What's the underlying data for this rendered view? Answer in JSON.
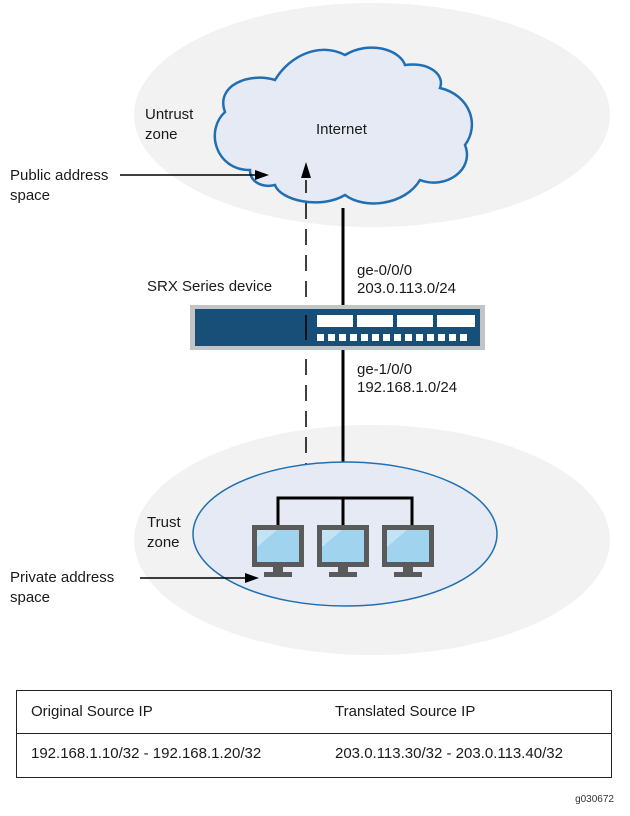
{
  "diagram": {
    "untrust_zone_label": "Untrust\nzone",
    "internet_label": "Internet",
    "public_space_label": "Public address\nspace",
    "device_label": "SRX Series device",
    "upper_interface": "ge-0/0/0",
    "upper_subnet": "203.0.113.0/24",
    "lower_interface": "ge-1/0/0",
    "lower_subnet": "192.168.1.0/24",
    "trust_zone_label": "Trust\nzone",
    "private_space_label": "Private address\nspace",
    "colors": {
      "zone_bg": "#f2f2f2",
      "cloud_fill": "#e6eaf5",
      "cloud_stroke": "#1f6fb2",
      "device_body": "#174f78",
      "device_frame": "#c4c4c4",
      "monitor_frame": "#5a5a5a",
      "monitor_screen": "#9fd3ee"
    }
  },
  "table": {
    "headers": [
      "Original Source IP",
      "Translated Source IP"
    ],
    "rows": [
      [
        "192.168.1.10/32 - 192.168.1.20/32",
        "203.0.113.30/32 - 203.0.113.40/32"
      ]
    ]
  },
  "figure_id": "g030672"
}
